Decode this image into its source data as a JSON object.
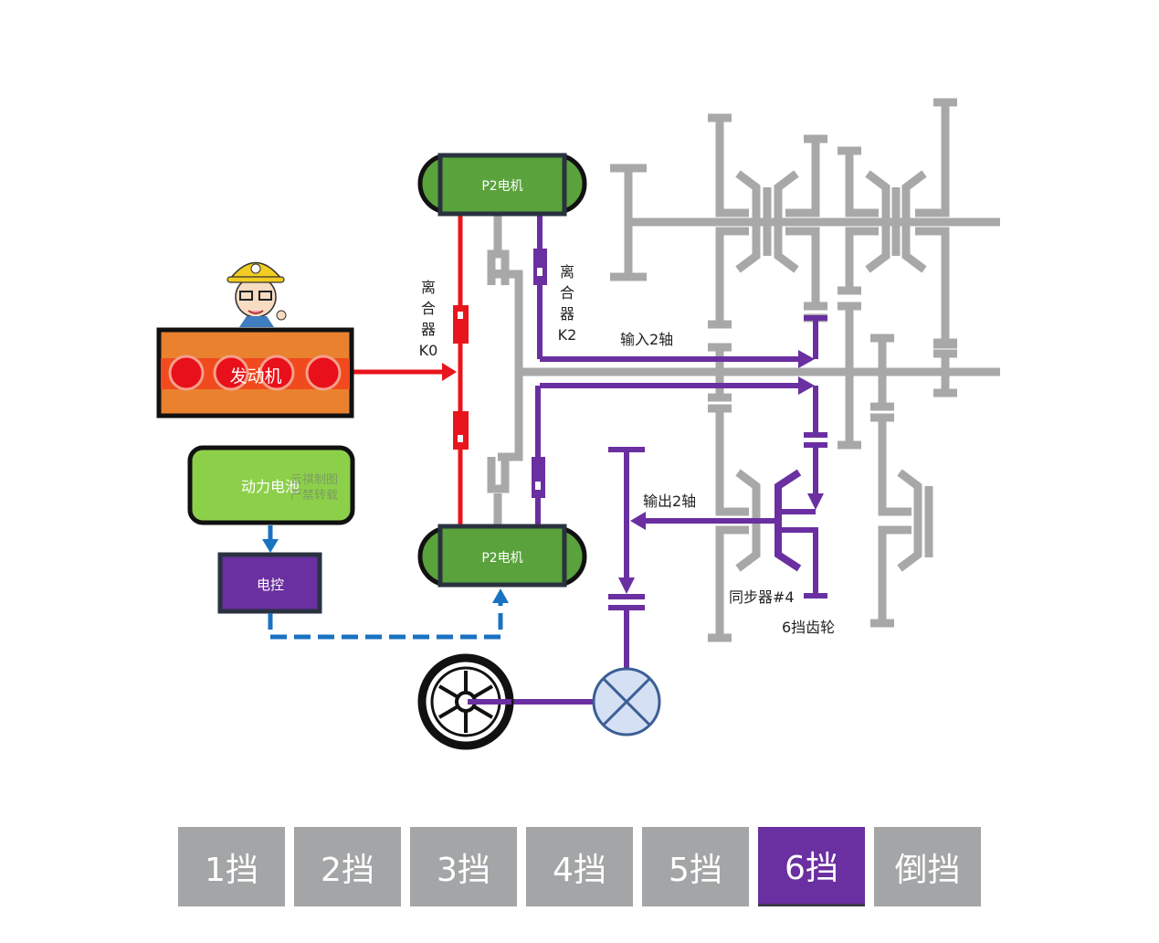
{
  "diagram": {
    "title": "P2混动双离合变速箱6挡动力流",
    "colors": {
      "engine_path": "#e8151c",
      "power_path": "#6a2fa0",
      "inactive": "#a8a8a8",
      "control": "#1a72c2",
      "motor_fill": "#5aa23c",
      "battery_fill": "#8cd04a",
      "ecu_fill": "#6a2fa0",
      "engine_fill": "#e9812f",
      "diff_fill": "#d5e0f5",
      "diff_stroke": "#3b5f95"
    },
    "components": {
      "engine": "发动机",
      "motor_top": "P2电机",
      "motor_bottom": "P2电机",
      "battery": "动力电池",
      "ecu": "电控",
      "watermark_line1": "云祺制图",
      "watermark_line2": "严禁转载"
    },
    "labels": {
      "clutch_k0": [
        "离",
        "合",
        "器",
        "K0"
      ],
      "clutch_k2": [
        "离",
        "合",
        "器",
        "K2"
      ],
      "input_shaft_2": "输入2轴",
      "output_shaft_2": "输出2轴",
      "synchronizer": "同步器#4",
      "gear_6": "6挡齿轮"
    }
  },
  "gear_selector": {
    "selected": "6挡",
    "buttons": [
      {
        "label": "1挡",
        "active": false
      },
      {
        "label": "2挡",
        "active": false
      },
      {
        "label": "3挡",
        "active": false
      },
      {
        "label": "4挡",
        "active": false
      },
      {
        "label": "5挡",
        "active": false
      },
      {
        "label": "6挡",
        "active": true
      },
      {
        "label": "倒挡",
        "active": false
      }
    ]
  }
}
